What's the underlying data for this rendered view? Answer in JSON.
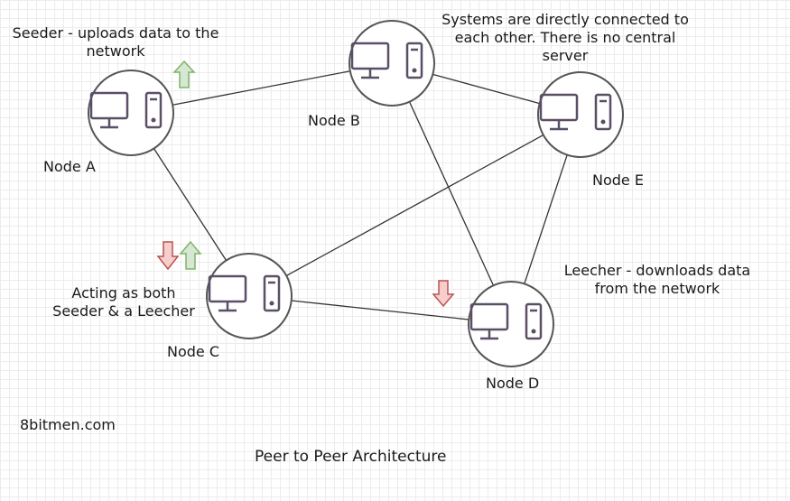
{
  "nodes": {
    "a": {
      "label": "Node A"
    },
    "b": {
      "label": "Node B"
    },
    "c": {
      "label": "Node C"
    },
    "d": {
      "label": "Node D"
    },
    "e": {
      "label": "Node E"
    }
  },
  "annotations": {
    "seeder_line1": "Seeder - uploads data to the",
    "seeder_line2": "network",
    "systems_line1": "Systems are directly connected to",
    "systems_line2": "each other. There is no central",
    "systems_line3": "server",
    "both_line1": "Acting as both",
    "both_line2": "Seeder & a Leecher",
    "leecher_line1": "Leecher - downloads data",
    "leecher_line2": "from the network"
  },
  "watermark": "8bitmen.com",
  "caption": "Peer to Peer Architecture",
  "colors": {
    "upload_arrow_fill": "#d5e8d4",
    "upload_arrow_stroke": "#82b366",
    "download_arrow_fill": "#f8cecc",
    "download_arrow_stroke": "#b85450",
    "icon": "#5a4f66",
    "node_stroke": "#555555"
  },
  "edges": [
    [
      "a",
      "b"
    ],
    [
      "a",
      "c"
    ],
    [
      "b",
      "e"
    ],
    [
      "b",
      "d"
    ],
    [
      "c",
      "e"
    ],
    [
      "c",
      "d"
    ],
    [
      "e",
      "d"
    ]
  ]
}
